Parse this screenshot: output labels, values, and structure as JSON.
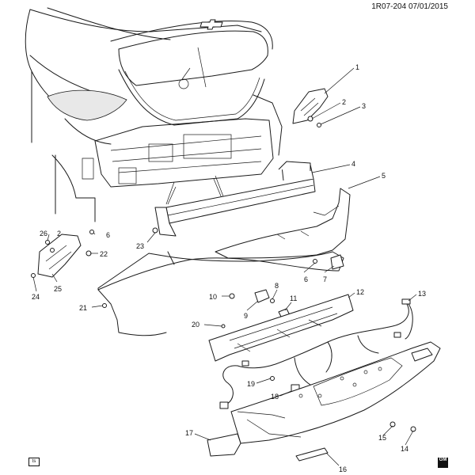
{
  "header": {
    "code": "1R07-204",
    "date": "07/01/2015"
  },
  "footer": {
    "ts_mark": "ts",
    "logo_text": "GM"
  },
  "callouts": [
    {
      "id": "c1",
      "label": "1"
    },
    {
      "id": "c2a",
      "label": "2"
    },
    {
      "id": "c3",
      "label": "3"
    },
    {
      "id": "c4",
      "label": "4"
    },
    {
      "id": "c5",
      "label": "5"
    },
    {
      "id": "c26",
      "label": "26"
    },
    {
      "id": "c2b",
      "label": "2"
    },
    {
      "id": "c6a",
      "label": "6"
    },
    {
      "id": "c22",
      "label": "22"
    },
    {
      "id": "c23",
      "label": "23"
    },
    {
      "id": "c6b",
      "label": "6"
    },
    {
      "id": "c7",
      "label": "7"
    },
    {
      "id": "c24",
      "label": "24"
    },
    {
      "id": "c25",
      "label": "25"
    },
    {
      "id": "c8",
      "label": "8"
    },
    {
      "id": "c10",
      "label": "10"
    },
    {
      "id": "c9",
      "label": "9"
    },
    {
      "id": "c11",
      "label": "11"
    },
    {
      "id": "c12",
      "label": "12"
    },
    {
      "id": "c13",
      "label": "13"
    },
    {
      "id": "c21",
      "label": "21"
    },
    {
      "id": "c20",
      "label": "20"
    },
    {
      "id": "c19",
      "label": "19"
    },
    {
      "id": "c18",
      "label": "18"
    },
    {
      "id": "c17",
      "label": "17"
    },
    {
      "id": "c15",
      "label": "15"
    },
    {
      "id": "c14",
      "label": "14"
    },
    {
      "id": "c16",
      "label": "16"
    }
  ]
}
